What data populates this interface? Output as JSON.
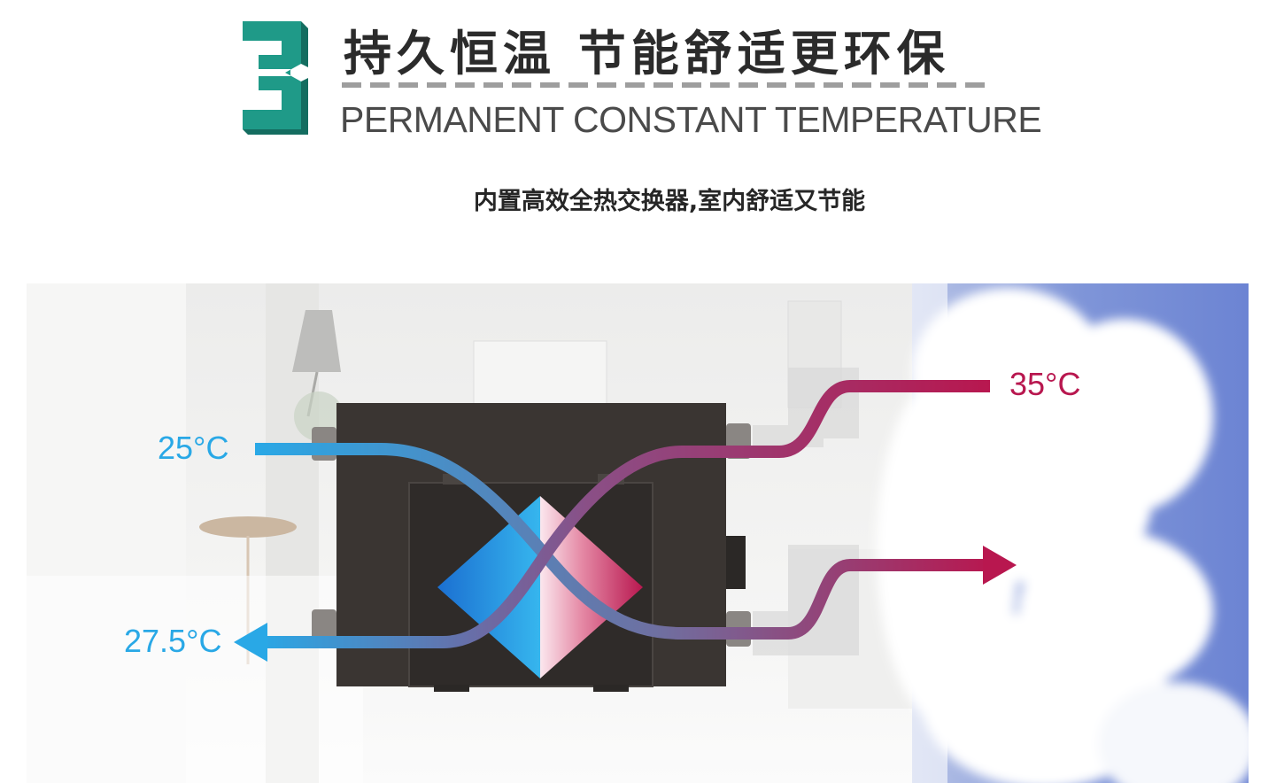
{
  "header": {
    "number": "3",
    "title_cn": "持久恒温 节能舒适更环保",
    "title_en": "PERMANENT CONSTANT TEMPERATURE",
    "subtitle": "内置高效全热交换器,室内舒适又节能"
  },
  "diagram": {
    "indoor_in_temp": "25°C",
    "indoor_out_temp": "27.5°C",
    "outdoor_temp": "35°C"
  },
  "colors": {
    "accent_teal": "#1f9a88",
    "cool_blue": "#29a8e6",
    "warm_red": "#b8174f",
    "unit_body": "#3a3532"
  }
}
